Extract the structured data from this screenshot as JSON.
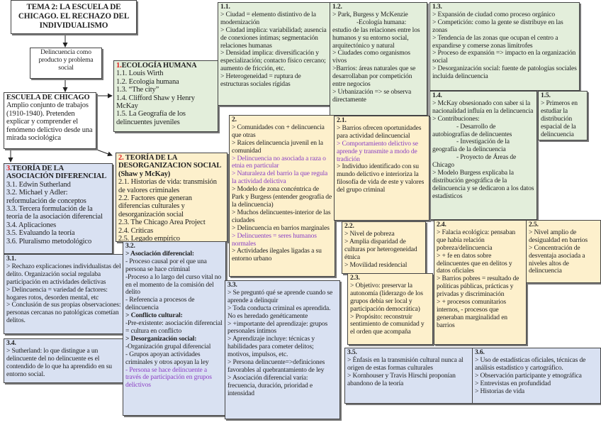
{
  "title": "TEMA 2: LA ESCUELA DE CHICAGO. EL RECHAZO DEL INDIVIDUALISMO",
  "boxes": [
    {
      "id": "delincuencia",
      "color": "white",
      "center": true,
      "lines": [
        "Delincuencia como producto y problema social"
      ]
    },
    {
      "id": "escuela",
      "color": "white",
      "heading": {
        "num": "",
        "text": "ESCUELA DE CHICAGO"
      },
      "lines": [
        "Amplio conjunto de trabajos (1910-1940). Pretenden explicar y comprender el fenómeno delictivo desde una mirada sociológica"
      ]
    },
    {
      "id": "ecologia",
      "color": "green",
      "heading": {
        "num": "1.",
        "text": "ECOLOGÍA HUMANA"
      },
      "lines": [
        "1.1. Louis Wirth",
        "1.2. Ecología humana",
        "1.3. “The city”",
        "1.4. Clifford Shaw y Henry McKay",
        "1.5. La Geografía de los delincuentes juveniles"
      ]
    },
    {
      "id": "b1-1",
      "color": "green",
      "heading": {
        "num": "",
        "text": "1.1."
      },
      "lines": [
        "> Ciudad = elemento distintivo de la modernización",
        "> Ciudad implica: variabilidad; ausencia de conexiones íntimas; segmentación relaciones humanas",
        "> Densidad implica: diversificación y especialización; contacto físico cercano; aumento de fricción, etc.",
        "> Heterogeneidad = ruptura de estructuras sociales rígidas"
      ]
    },
    {
      "id": "b1-2",
      "color": "green",
      "heading": {
        "num": "",
        "text": "1.2."
      },
      "lines": [
        "> Park, Burgess y McKenzie",
        {
          "t": "-Ecología humana:",
          "s": "indent"
        },
        "estudio de las relaciones entre los humanos y su entorno social, arquitectónico y natural",
        "> Ciudades como organismos vivos",
        ">Barrios: áreas naturales que se desarrollaban por competición entre negocios",
        "> Urbanización => se observa directamente"
      ]
    },
    {
      "id": "b1-3",
      "color": "green",
      "heading": {
        "num": "",
        "text": "1.3."
      },
      "lines": [
        "> Expansión de ciudad como proceso orgánico",
        "> Competición: como la gente se distribuye en las zonas",
        "> Tendencia de las zonas que ocupan el centro a expandirse y comerse zonas limítrofes",
        "> Proceso de expansión => impacto en la organización social",
        "> Desorganización social: fuente de patologías sociales incluida delincuencia"
      ]
    },
    {
      "id": "b1-4",
      "color": "green",
      "heading": {
        "num": "",
        "text": "1.4."
      },
      "lines": [
        "> McKay obsesionado con saber si la nacionalidad influía en la delincuencia",
        "> Contribuciones:",
        {
          "t": "- Desarrollo de",
          "s": "indent"
        },
        "autobiografías de delincuentes",
        {
          "t": "- Investigación de la",
          "s": "indent"
        },
        "geografía de la delincuencia",
        {
          "t": "- Proyecto de Áreas de",
          "s": "indent"
        },
        "Chicago",
        "> Modelo Burgess explicaba la distribución geográfica de la delincuencia y se dedicaron a los datos estadísticos"
      ]
    },
    {
      "id": "b1-5",
      "color": "green",
      "heading": {
        "num": "",
        "text": "1.5."
      },
      "lines": [
        "> Primeros en estudiar la distribución espacial de la delincuencia"
      ]
    },
    {
      "id": "desorganizacion",
      "color": "orange",
      "heading": {
        "num": "2.",
        "text": " TEORÍA DE LA DESORGANIZACION SOCIAL (Shaw y McKay)"
      },
      "lines": [
        "2.1. Historias de vida: transmisión de valores criminales",
        "2.2. Factores que generan diferencias culturales y desorganización social",
        "2.3. The Chicago Area Project",
        "2.4. Críticas",
        "2.5. Legado empírico"
      ]
    },
    {
      "id": "asociacion",
      "color": "blue",
      "heading": {
        "num": "3",
        "text": ".TEORÍA DE LA ASOCIACIÓN DIFERENCIAL"
      },
      "lines": [
        "3.1. Edwin Sutherland",
        "3.2. Michael y Adler: reformulación de conceptos",
        "3.3. Tercera formulación de la teoría de la asociación diferencial",
        "3.4. Aplicaciones",
        "3.5. Evaluando la teoría",
        "3.6. Pluralismo metodológico"
      ]
    },
    {
      "id": "b2",
      "color": "orange",
      "heading": {
        "num": "",
        "text": "2."
      },
      "lines": [
        "> Comunidades con + delincuencia que otras",
        "> Raíces delincuencia juvenil en la comunidad",
        {
          "t": "> Delincuencia no asociada a raza o etnia en particular",
          "s": "purple"
        },
        {
          "t": "> Naturaleza del barrio la que regula la actividad delictiva",
          "s": "purple"
        },
        "> Modelo de zona concéntrica de Park y Burgess (entender geografía de la delincuencia)",
        "> Muchos delincuentes-interior de las ciudades",
        "> Delincuencia en barrios marginales",
        {
          "t": "> Delincuentes = seres humanos normales",
          "s": "purple"
        },
        "> Actividades ilegales ligadas a su entorno urbano"
      ]
    },
    {
      "id": "b2-1",
      "color": "orange",
      "heading": {
        "num": "",
        "text": "2.1."
      },
      "lines": [
        "> Barrios ofrecen oportunidades para actividad delincuencial",
        {
          "t": "> Comportamiento delictivo se aprende y transmite a modo de tradición",
          "s": "purple"
        },
        "> Individuo identificado con su mundo delictivo e interioriza la filosofía de vida de este y valores del grupo criminal"
      ]
    },
    {
      "id": "b2-2",
      "color": "orange",
      "heading": {
        "num": "",
        "text": "2.2."
      },
      "lines": [
        "> Nivel de pobreza",
        "> Amplia disparidad de culturas por heterogeneidad étnica",
        "> Movilidad residencial"
      ]
    },
    {
      "id": "b2-3",
      "color": "orange",
      "heading": {
        "num": "",
        "text": "2.3."
      },
      "lines": [
        "> Objetivo: preservar la autonomía (liderazgo de los grupos debía ser local y participación democrática)",
        "> Propósito: reconstruir sentimiento de comunidad y el orden que acompaña"
      ]
    },
    {
      "id": "b2-4",
      "color": "orange",
      "heading": {
        "num": "",
        "text": "2.4."
      },
      "lines": [
        "> Falacia ecológica: pensaban que había relación pobreza/delincuencia",
        "> + fe en datos sobre delincuentes que en delitos y datos oficiales",
        "> Barrios pobres = resultado de políticas públicas, prácticas y privadas y discriminación",
        "> + procesos comunitarios internos, - procesos que generaban marginalidad en barrios"
      ]
    },
    {
      "id": "b2-5",
      "color": "orange",
      "heading": {
        "num": "",
        "text": "2.5."
      },
      "lines": [
        "> Nivel amplio de desigualdad en barrios",
        "> Concentración de desventaja asociada a niveles altos de delincuencia"
      ]
    },
    {
      "id": "b3-1",
      "color": "blue",
      "heading": {
        "num": "",
        "text": "3.1."
      },
      "lines": [
        "> Rechazo explicaciones individualistas del delito. Organización social regulaba participación en actividades delictivas",
        "> Delincuencia = variedad de factores: hogares rotos, desorden mental, etc",
        "> Conclusión de sus propias observaciones: personas cercanas no patológicas cometían delitos."
      ]
    },
    {
      "id": "b3-4",
      "color": "blue",
      "heading": {
        "num": "",
        "text": "3.4."
      },
      "lines": [
        "> Sutherland: lo que distingue a un delincuente del no delincuente es el contendido de lo que ha aprendido en su entorno social."
      ]
    },
    {
      "id": "b3-2",
      "color": "blue",
      "heading": {
        "num": "",
        "text": "3.2."
      },
      "lines": [
        {
          "t": "> Asociación diferencial:",
          "s": "bold"
        },
        "- Proceso causal por el que una persona se hace criminal",
        "-Proceso a lo largo del curso vital no en el momento de la comisión del delito",
        "- Referencia a procesos de delincuencia",
        {
          "t": "> Conflicto cultural:",
          "s": "bold"
        },
        "-Pre-existente: asociación diferencial = cultura en conflicto",
        {
          "t": "> Desorganización social:",
          "s": "bold"
        },
        "-Organización grupal diferencial",
        "- Grupos apoyan actividades criminales y otros apoyan la ley",
        {
          "t": "- Persona se hace delincuente a través de participación en grupos delictivos",
          "s": "purple"
        }
      ]
    },
    {
      "id": "b3-3",
      "color": "blue",
      "heading": {
        "num": "",
        "text": "3.3."
      },
      "lines": [
        "> Se preguntó qué se aprende cuando se aprende a delinquir",
        "> Toda conducta criminal es aprendida. No es heredado genéticamente",
        "> +importante del aprendizaje: grupos personales íntimos",
        "> Aprendizaje incluye: técnicas y habilidades para cometer delitos; motivos, impulsos, etc.",
        "> Persona delincuente=>definiciones favorables al quebrantamiento de ley",
        "> Asociación diferencial varía: frecuencia, duración, prioridad e intensidad"
      ]
    },
    {
      "id": "b3-5",
      "color": "blue",
      "heading": {
        "num": "",
        "text": "3.5."
      },
      "lines": [
        "> Énfasis en la transmisión cultural nunca al origen de estas formas culturales",
        "> Kornhouser y Travis Hirschi proponían abandono de la teoría"
      ]
    },
    {
      "id": "b3-6",
      "color": "blue",
      "heading": {
        "num": "",
        "text": "3.6."
      },
      "lines": [
        "> Uso de estadísticas oficiales, técnicas de análisis estadístico y cartográfico.",
        "> Observación participante y etnográfica",
        "> Entrevistas en profundidad",
        "> Historias de vida"
      ]
    }
  ]
}
